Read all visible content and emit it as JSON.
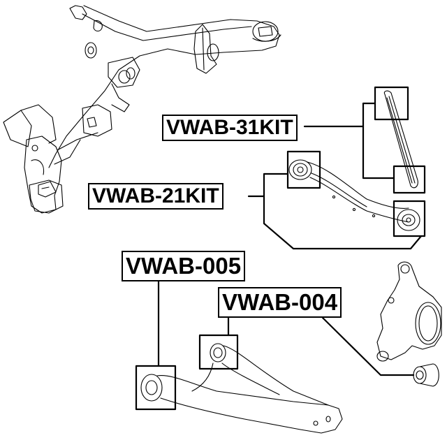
{
  "diagram": {
    "type": "parts-callout",
    "background": "#ffffff",
    "line_color": "#000000",
    "labels": [
      {
        "id": "vwab-31kit",
        "text": "VWAB-31KIT",
        "callouts": 2,
        "part": "upper-link-arm"
      },
      {
        "id": "vwab-21kit",
        "text": "VWAB-21KIT",
        "callouts": 2,
        "part": "curved-control-arm"
      },
      {
        "id": "vwab-005",
        "text": "VWAB-005",
        "callouts": 1,
        "part": "lower-wishbone-rear-bushing"
      },
      {
        "id": "vwab-004",
        "text": "VWAB-004",
        "callouts": 2,
        "part": "wishbone-front-bushing-and-knuckle-bushing"
      }
    ],
    "components": [
      {
        "id": "subframe",
        "name": "rear-subframe"
      },
      {
        "id": "upper-link",
        "name": "upper-link-arm"
      },
      {
        "id": "curved-arm",
        "name": "curved-control-arm"
      },
      {
        "id": "wishbone",
        "name": "lower-wishbone"
      },
      {
        "id": "knuckle",
        "name": "wheel-knuckle"
      },
      {
        "id": "bushing",
        "name": "loose-bushing"
      }
    ]
  }
}
